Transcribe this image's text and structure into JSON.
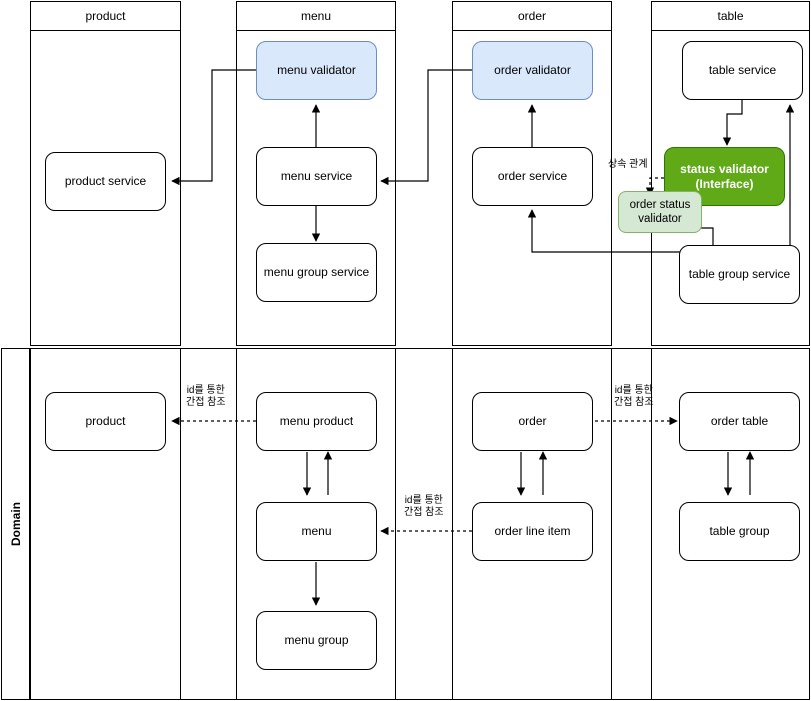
{
  "diagram": {
    "title": "Layered service and domain architecture diagram",
    "colors": {
      "blue_fill": "#dae8fc",
      "blue_stroke": "#6c8ebf",
      "green_dark_fill": "#60a917",
      "green_dark_stroke": "#2d7600",
      "green_light_fill": "#d5e8d4",
      "green_light_stroke": "#82b366",
      "default_fill": "#ffffff",
      "default_stroke": "#000000"
    }
  },
  "lanes": [
    {
      "id": "product",
      "label": "product"
    },
    {
      "id": "menu",
      "label": "menu"
    },
    {
      "id": "order",
      "label": "order"
    },
    {
      "id": "table",
      "label": "table"
    }
  ],
  "pools": [
    {
      "id": "domain",
      "label": "Domain"
    }
  ],
  "nodes": [
    {
      "id": "product-service",
      "label": "product service",
      "lane": "product",
      "section": "service"
    },
    {
      "id": "menu-validator",
      "label": "menu validator",
      "lane": "menu",
      "section": "service",
      "style": "blue"
    },
    {
      "id": "menu-service",
      "label": "menu service",
      "lane": "menu",
      "section": "service"
    },
    {
      "id": "menu-group-service",
      "label": "menu group service",
      "lane": "menu",
      "section": "service"
    },
    {
      "id": "order-validator",
      "label": "order validator",
      "lane": "order",
      "section": "service",
      "style": "blue"
    },
    {
      "id": "order-service",
      "label": "order service",
      "lane": "order",
      "section": "service"
    },
    {
      "id": "table-service",
      "label": "table service",
      "lane": "table",
      "section": "service"
    },
    {
      "id": "status-validator",
      "label": "status validator\n(Interface)",
      "label_line1": "status validator",
      "label_line2": "(Interface)",
      "lane": "table",
      "section": "service",
      "style": "green-dark"
    },
    {
      "id": "order-status-validator",
      "label": "order status validator",
      "label_line1": "order status",
      "label_line2": "validator",
      "lane": "order",
      "section": "service",
      "style": "green-light"
    },
    {
      "id": "table-group-service",
      "label": "table group service",
      "lane": "table",
      "section": "service"
    },
    {
      "id": "product",
      "label": "product",
      "lane": "product",
      "section": "domain"
    },
    {
      "id": "menu-product",
      "label": "menu product",
      "lane": "menu",
      "section": "domain"
    },
    {
      "id": "menu",
      "label": "menu",
      "lane": "menu",
      "section": "domain"
    },
    {
      "id": "menu-group",
      "label": "menu group",
      "lane": "menu",
      "section": "domain"
    },
    {
      "id": "order",
      "label": "order",
      "lane": "order",
      "section": "domain"
    },
    {
      "id": "order-line-item",
      "label": "order line item",
      "lane": "order",
      "section": "domain"
    },
    {
      "id": "order-table",
      "label": "order table",
      "lane": "table",
      "section": "domain"
    },
    {
      "id": "table-group",
      "label": "table group",
      "lane": "table",
      "section": "domain"
    }
  ],
  "edge_labels": [
    {
      "id": "inheritance-relation",
      "line1": "상속 관계",
      "line2": ""
    },
    {
      "id": "id-ref-product",
      "line1": "id를 통한",
      "line2": "간접 참조"
    },
    {
      "id": "id-ref-menu",
      "line1": "id를 통한",
      "line2": "간접 참조"
    },
    {
      "id": "id-ref-order-table",
      "line1": "id를 통한",
      "line2": "간접 참조"
    }
  ]
}
